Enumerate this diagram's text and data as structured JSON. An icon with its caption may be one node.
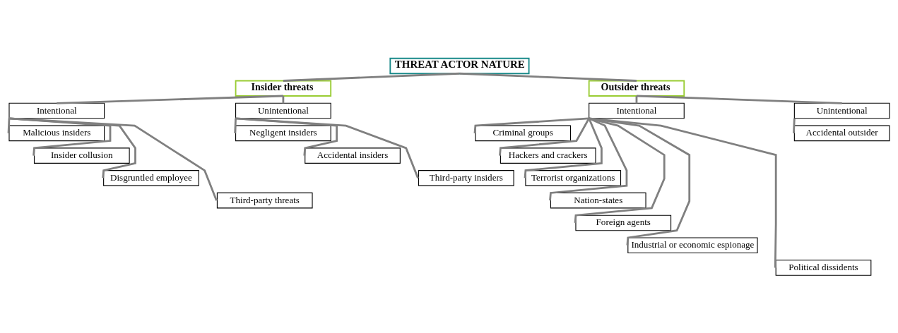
{
  "diagram": {
    "nodes": [
      {
        "text": [
          "THREAT ACTOR NATURE"
        ]
      },
      {
        "text": [
          "Insider threats"
        ]
      },
      {
        "text": [
          "Outsider threats"
        ]
      },
      {
        "text": [
          "Intentional"
        ]
      },
      {
        "text": [
          "Unintentional"
        ]
      },
      {
        "text": [
          "Malicious insiders"
        ]
      },
      {
        "text": [
          "Insider collusion"
        ]
      },
      {
        "text": [
          "Disgruntled employee"
        ]
      },
      {
        "text": [
          "Third-party threats"
        ]
      },
      {
        "text": [
          "Negligent insiders"
        ]
      },
      {
        "text": [
          "Accidental insiders"
        ]
      },
      {
        "text": [
          "Third-party insiders"
        ]
      },
      {
        "text": [
          "Intentional"
        ]
      },
      {
        "text": [
          "Unintentional"
        ]
      },
      {
        "text": [
          "Criminal groups"
        ]
      },
      {
        "text": [
          "Hackers and crackers"
        ]
      },
      {
        "text": [
          "Terrorist organizations"
        ]
      },
      {
        "text": [
          "Nation-states"
        ]
      },
      {
        "text": [
          "Foreign agents"
        ]
      },
      {
        "text": [
          "Industrial or economic espionage"
        ]
      },
      {
        "text": [
          "Political dissidents"
        ]
      },
      {
        "text": [
          "Accidental outsider"
        ]
      }
    ],
    "edges": [
      {
        "from": 0,
        "to": 1,
        "arrow": "none"
      },
      {
        "from": 0,
        "to": 2,
        "arrow": "none"
      },
      {
        "from": 1,
        "to": 3,
        "arrow": "none"
      },
      {
        "from": 1,
        "to": 4,
        "arrow": "none"
      },
      {
        "from": 3,
        "to": 5,
        "arrow": "none"
      },
      {
        "from": 3,
        "to": 6,
        "arrow": "none"
      },
      {
        "from": 3,
        "to": 7,
        "arrow": "none"
      },
      {
        "from": 3,
        "to": 8,
        "arrow": "none"
      },
      {
        "from": 4,
        "to": 9,
        "arrow": "none"
      },
      {
        "from": 4,
        "to": 10,
        "arrow": "none"
      },
      {
        "from": 4,
        "to": 11,
        "arrow": "none"
      },
      {
        "from": 2,
        "to": 12,
        "arrow": "none"
      },
      {
        "from": 2,
        "to": 13,
        "arrow": "none"
      },
      {
        "from": 12,
        "to": 14,
        "arrow": "none"
      },
      {
        "from": 12,
        "to": 15,
        "arrow": "none"
      },
      {
        "from": 12,
        "to": 16,
        "arrow": "none"
      },
      {
        "from": 12,
        "to": 17,
        "arrow": "none"
      },
      {
        "from": 12,
        "to": 18,
        "arrow": "none"
      },
      {
        "from": 12,
        "to": 19,
        "arrow": "none"
      },
      {
        "from": 12,
        "to": 20,
        "arrow": "none"
      },
      {
        "from": 13,
        "to": 21,
        "arrow": "none"
      }
    ]
  }
}
